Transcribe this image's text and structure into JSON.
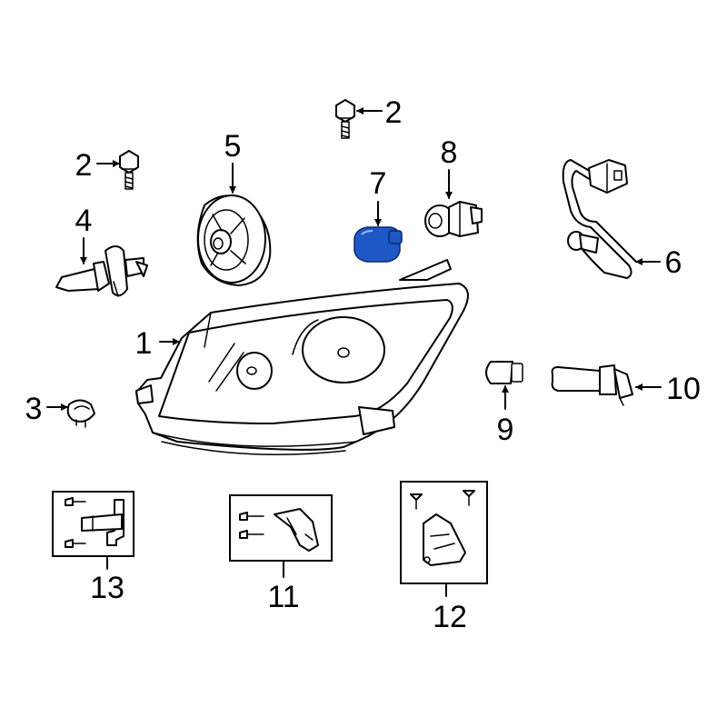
{
  "callouts": {
    "c1": "1",
    "c2a": "2",
    "c2b": "2",
    "c3": "3",
    "c4": "4",
    "c5": "5",
    "c6": "6",
    "c7": "7",
    "c8": "8",
    "c9": "9",
    "c10": "10",
    "c11": "11",
    "c12": "12",
    "c13": "13"
  },
  "highlight_color": "#1f57c7"
}
